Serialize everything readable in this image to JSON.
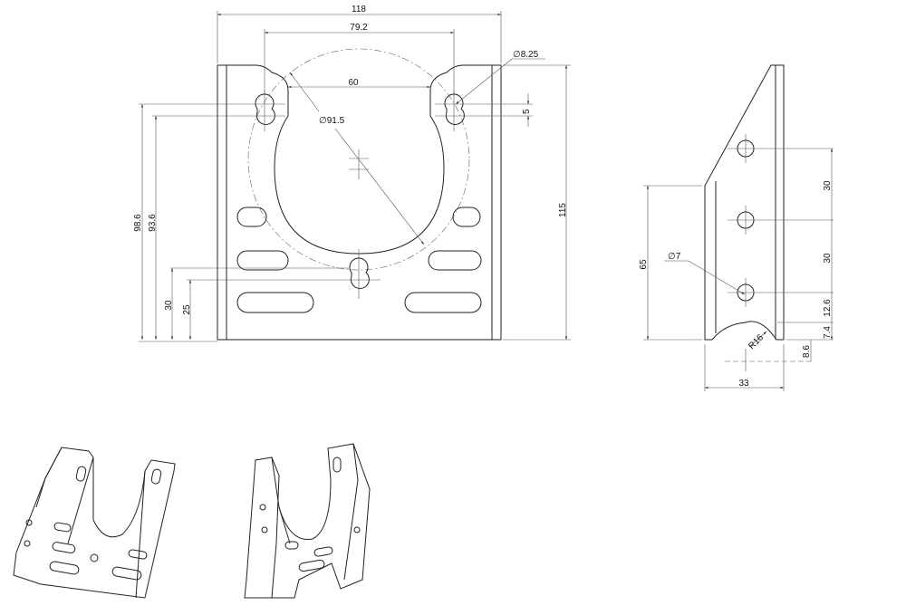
{
  "front_view": {
    "dims": {
      "overall_width": "118",
      "hole_spacing": "79.2",
      "opening_width": "60",
      "bolt_circle": "∅91.5",
      "hole_dia": "∅8.25",
      "slot_offset": "5",
      "height": "115",
      "upper_slot_top": "98.6",
      "upper_slot_bottom": "93.6",
      "lower_slot_top": "30",
      "lower_slot_bottom": "25"
    }
  },
  "side_view": {
    "dims": {
      "hole_pitch_1": "30",
      "hole_pitch_2": "30",
      "hole_dia": "∅7",
      "flange_height": "65",
      "hole_to_arc": "12.6",
      "arc_rise": "7.4",
      "arc_radius": "R16",
      "arc_center_offset": "8.6",
      "width": "33"
    }
  },
  "colors": {
    "line": "#222222",
    "background": "#ffffff"
  }
}
